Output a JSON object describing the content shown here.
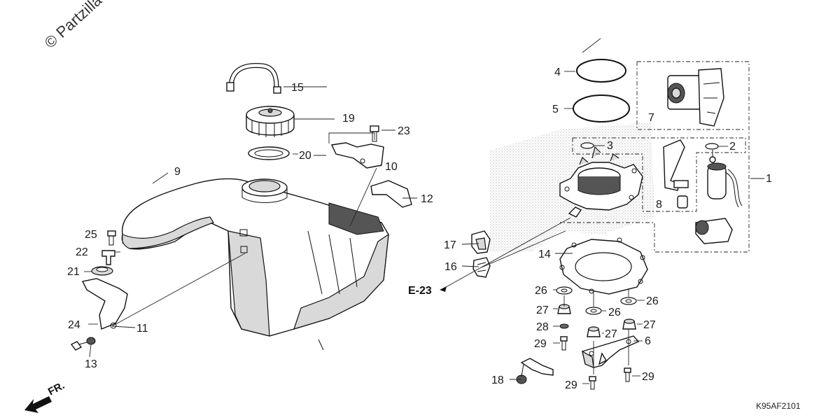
{
  "watermark": "© Partzilla",
  "diagram_code": "K95AF2101",
  "front_label": "FR.",
  "reference_label": "E-23",
  "callouts": {
    "c1": "1",
    "c2": "2",
    "c3": "3",
    "c4": "4",
    "c5": "5",
    "c6": "6",
    "c7": "7",
    "c8": "8",
    "c9": "9",
    "c10": "10",
    "c11": "11",
    "c12": "12",
    "c13": "13",
    "c14": "14",
    "c15": "15",
    "c16": "16",
    "c17": "17",
    "c18": "18",
    "c19": "19",
    "c20": "20",
    "c21": "21",
    "c22": "22",
    "c23": "23",
    "c24": "24",
    "c25": "25",
    "c26a": "26",
    "c26b": "26",
    "c26c": "26",
    "c27a": "27",
    "c27b": "27",
    "c27c": "27",
    "c28": "28",
    "c29a": "29",
    "c29b": "29",
    "c29c": "29"
  }
}
